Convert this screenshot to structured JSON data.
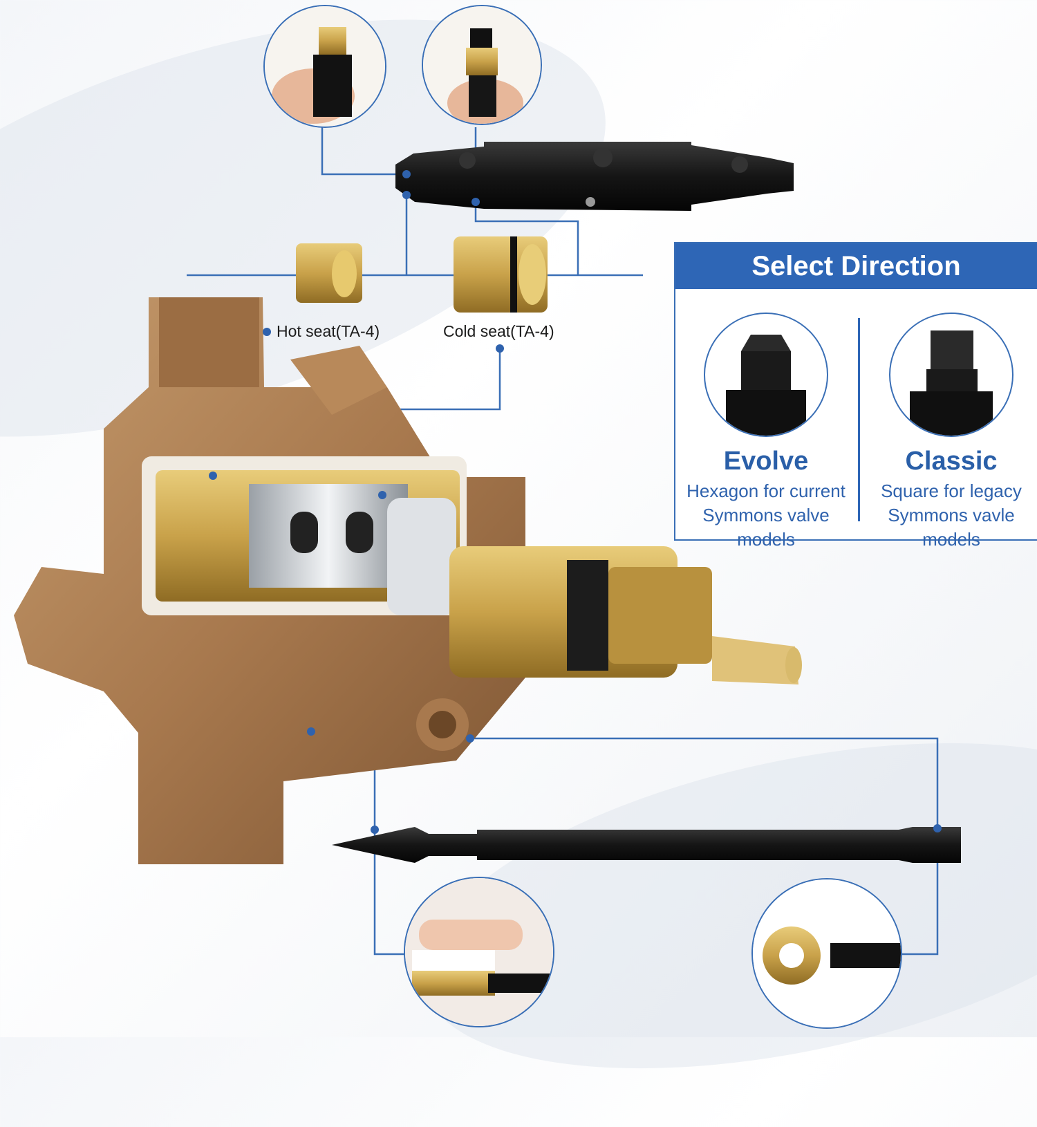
{
  "panel": {
    "title": "Select Direction",
    "options": [
      {
        "name": "Evolve",
        "desc_lines": [
          "Hexagon for current",
          "Symmons valve",
          "models"
        ],
        "icon": "hex-bit-icon"
      },
      {
        "name": "Classic",
        "desc_lines": [
          "Square for legacy",
          "Symmons vavle",
          "models"
        ],
        "icon": "square-bit-icon"
      }
    ]
  },
  "labels": {
    "hot_seat": "Hot seat(TA-4)",
    "cold_seat": "Cold seat(TA-4)"
  },
  "colors": {
    "accent": "#2e66b6",
    "line": "#3a6fb6",
    "brass": "#c9a24a",
    "bronze": "#a8794e",
    "tool": "#1b1b1b"
  }
}
